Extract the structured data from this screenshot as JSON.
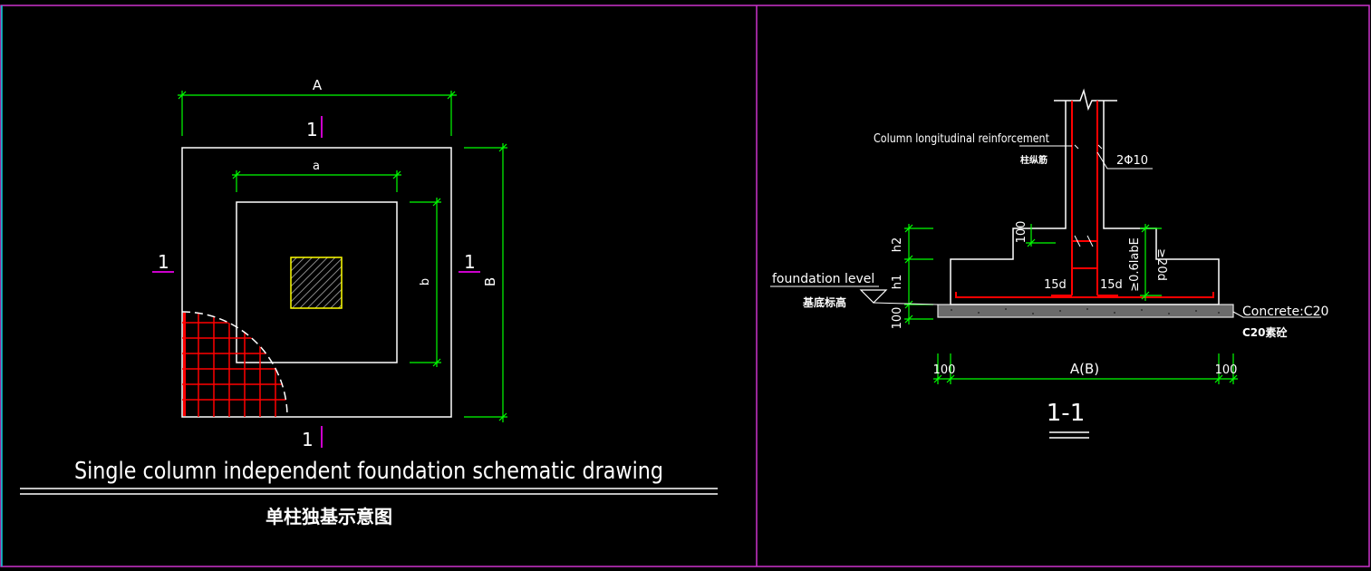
{
  "colors": {
    "background": "#000000",
    "frame": "#cc33cc",
    "frame_left": "#00cccc",
    "outline": "#ffffff",
    "dimension": "#00ff00",
    "rebar": "#ff0000",
    "column": "#ffff00",
    "section_mark": "#cc00cc"
  },
  "plan": {
    "dim_A": "A",
    "dim_a": "a",
    "dim_B": "B",
    "dim_b": "b",
    "section_top": "1",
    "section_bottom": "1",
    "section_left": "1",
    "section_right": "1",
    "title_en": "Single column independent foundation schematic drawing",
    "title_cn": "单柱独基示意图"
  },
  "section": {
    "col_reinf_en": "Column longitudinal reinforcement",
    "col_reinf_cn": "柱纵筋",
    "stirrup": "2Φ10",
    "dim_100_step": "100",
    "dim_h2": "h2",
    "dim_h1": "h1",
    "dim_100_cushion": "100",
    "lae": "≥0.6labE",
    "d20": "≥20d",
    "hook_left": "15d",
    "hook_right": "15d",
    "foundation_level_en": "foundation level",
    "foundation_level_cn": "基底标高",
    "concrete_en": "Concrete:C20",
    "concrete_cn": "C20素砼",
    "dim_left_100": "100",
    "dim_AB": "A(B)",
    "dim_right_100": "100",
    "section_title": "1-1"
  }
}
